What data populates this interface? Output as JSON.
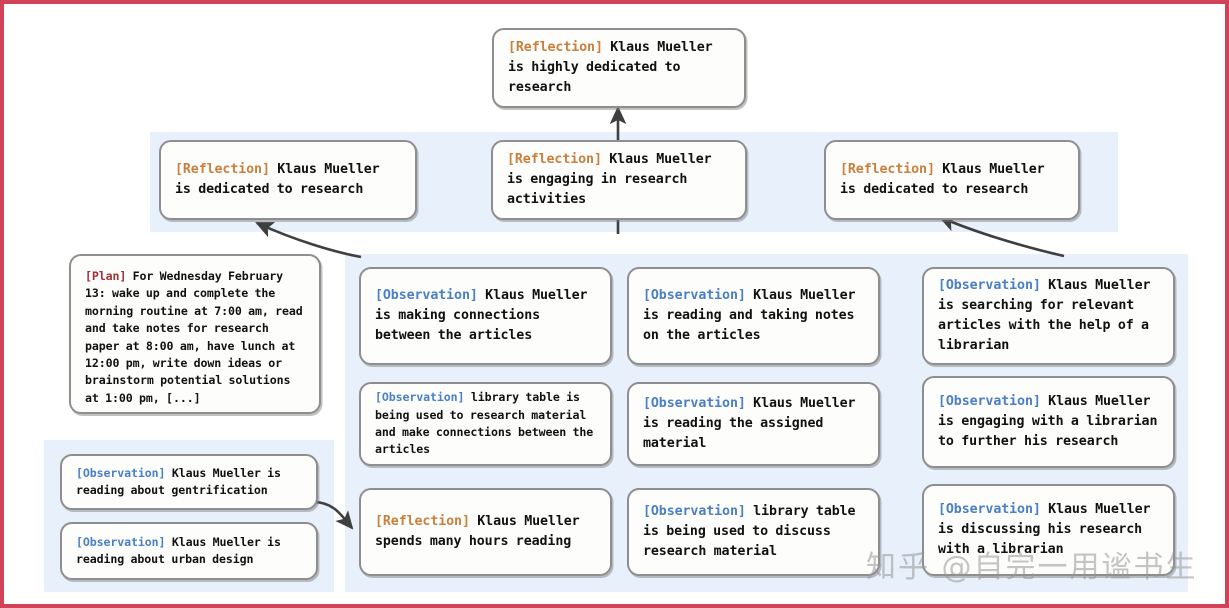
{
  "colors": {
    "frame_border": "#cf4257",
    "panel_bg": "#e8f0fb",
    "node_bg": "#fdfdfc",
    "node_border": "#8e8e8e",
    "tag_reflection": "#c8803c",
    "tag_observation": "#4a7fc6",
    "tag_plan": "#a03038",
    "arrow": "#3f3f3f"
  },
  "top_reflection": {
    "tag": "[Reflection]",
    "text": " Klaus Mueller is highly dedicated to research"
  },
  "mid_reflections": [
    {
      "tag": "[Reflection]",
      "text": " Klaus Mueller is dedicated to research"
    },
    {
      "tag": "[Reflection]",
      "text": " Klaus Mueller is engaging in research activities"
    },
    {
      "tag": "[Reflection]",
      "text": " Klaus Mueller is dedicated to research"
    }
  ],
  "plan_node": {
    "tag": "[Plan]",
    "text": " For Wednesday February 13: wake up and complete the morning routine at 7:00 am, read and take notes for research paper at 8:00 am, have lunch at 12:00 pm, write down ideas or brainstorm potential solutions at 1:00 pm, [...]"
  },
  "left_observations": [
    {
      "tag": "[Observation]",
      "text": " Klaus Mueller is reading about gentrification"
    },
    {
      "tag": "[Observation]",
      "text": " Klaus Mueller is reading about urban design"
    }
  ],
  "column_one": [
    {
      "tag": "[Observation]",
      "text": " Klaus Mueller is making connections between the articles"
    },
    {
      "tag": "[Observation]",
      "text": " library table is being used to research material and make connections between the articles"
    },
    {
      "tag": "[Reflection]",
      "text": " Klaus Mueller spends many hours reading"
    }
  ],
  "column_two": [
    {
      "tag": "[Observation]",
      "text": " Klaus Mueller is reading and taking notes on the articles"
    },
    {
      "tag": "[Observation]",
      "text": " Klaus Mueller is reading the assigned material"
    },
    {
      "tag": "[Observation]",
      "text": " library table is being used to discuss research material"
    }
  ],
  "column_three": [
    {
      "tag": "[Observation]",
      "text": " Klaus Mueller is searching for relevant articles with the help of a librarian"
    },
    {
      "tag": "[Observation]",
      "text": " Klaus Mueller is engaging with a librarian to further his research"
    },
    {
      "tag": "[Observation]",
      "text": " Klaus Mueller is discussing his research with a librarian"
    }
  ],
  "watermark": "知乎 @自完一用谧书生"
}
